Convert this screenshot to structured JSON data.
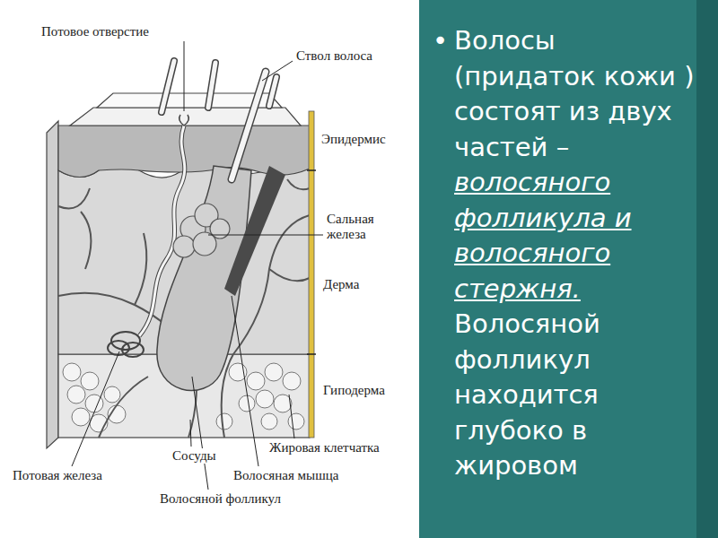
{
  "diagram": {
    "labels": [
      "Потовое отверстие",
      "Ствол волоса",
      "Эпидермис",
      "Сальная железа",
      "Дерма",
      "Гиподерма",
      "Жировая клетчатка",
      "Сосуды",
      "Потовая железа",
      "Волосяная мышца",
      "Волосяной фолликул",
      "•",
      "Волосы (придаток кожи ) состоят из двух частей –",
      "волосяного фолликула и волосяного стержня.",
      "Волосяной фолликул находится глубоко в жировом"
    ]
  }
}
